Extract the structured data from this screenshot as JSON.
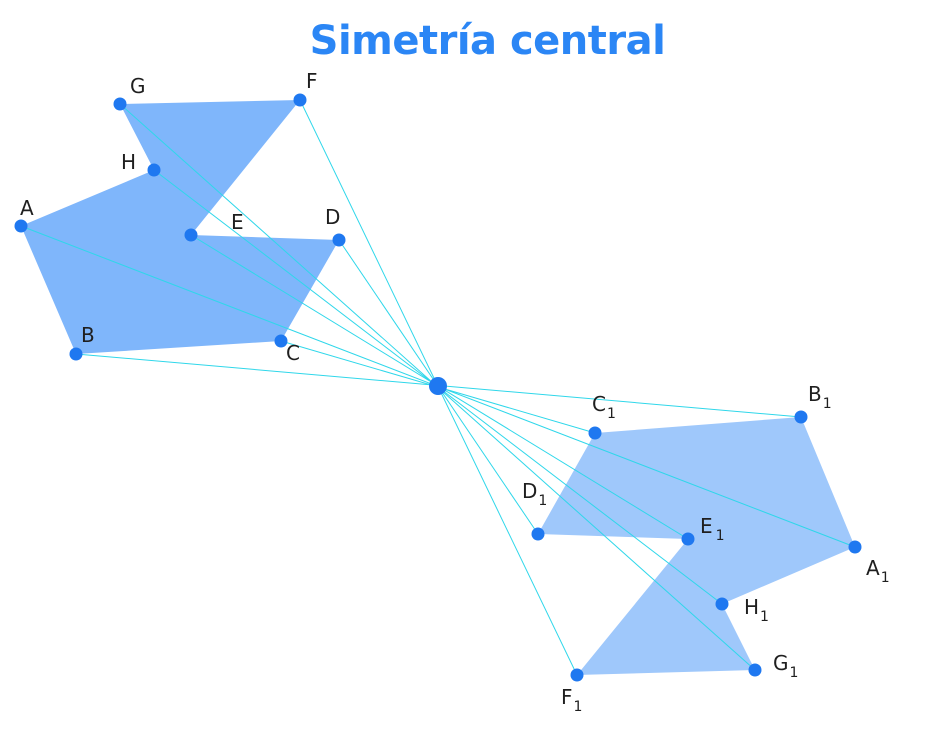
{
  "title": "Simetría central",
  "colors": {
    "title": "#2b86f5",
    "original_fill": "#7fb6fb",
    "image_fill": "#9fc8fb",
    "rays": "#2fd7ea",
    "points": "#1f78f0"
  },
  "original": {
    "A": {
      "label": "A"
    },
    "B": {
      "label": "B"
    },
    "C": {
      "label": "C"
    },
    "D": {
      "label": "D"
    },
    "E": {
      "label": "E"
    },
    "F": {
      "label": "F"
    },
    "G": {
      "label": "G"
    },
    "H": {
      "label": "H"
    }
  },
  "image": {
    "A1": {
      "label": "A",
      "sub": "1"
    },
    "B1": {
      "label": "B",
      "sub": "1"
    },
    "C1": {
      "label": "C",
      "sub": "1"
    },
    "D1": {
      "label": "D",
      "sub": "1"
    },
    "E1": {
      "label": "E",
      "sub": "1"
    },
    "F1": {
      "label": "F",
      "sub": "1"
    },
    "G1": {
      "label": "G",
      "sub": "1"
    },
    "H1": {
      "label": "H",
      "sub": "1"
    }
  }
}
